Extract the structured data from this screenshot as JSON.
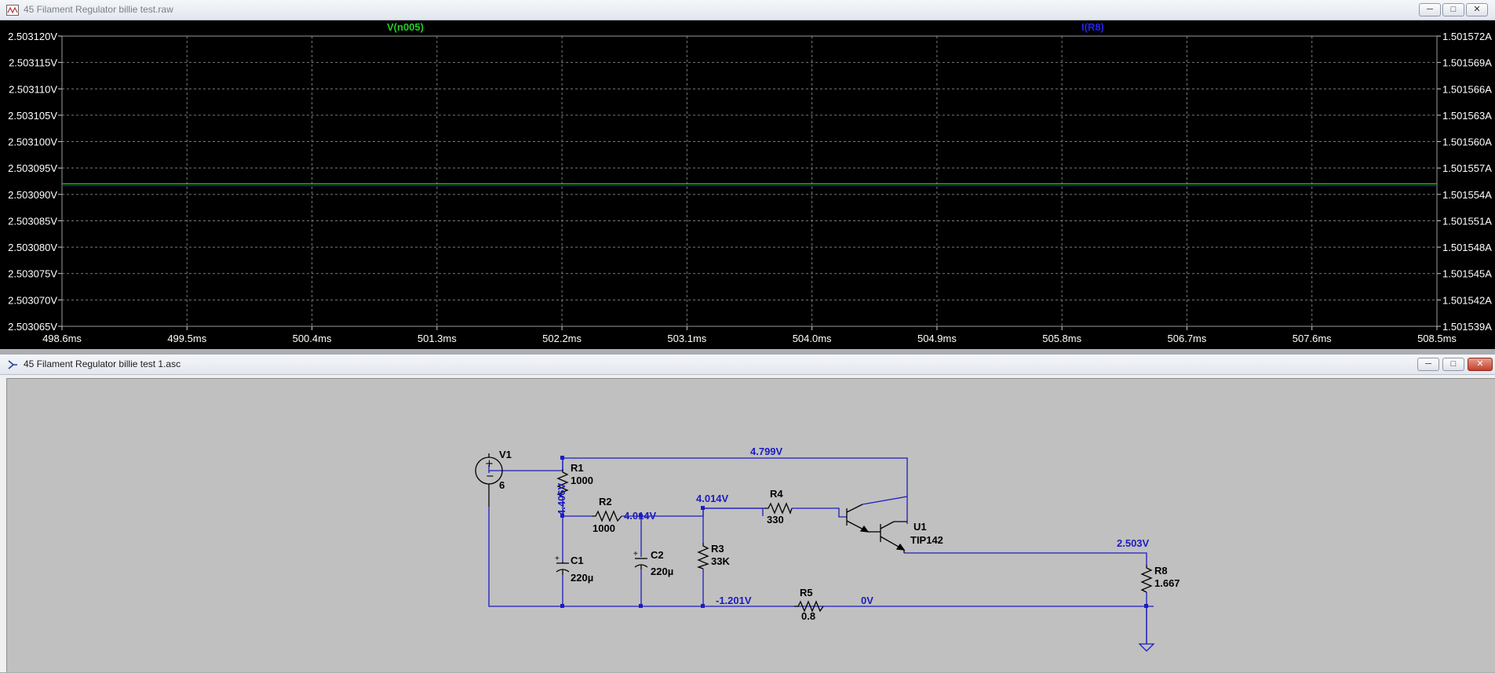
{
  "waveform_window": {
    "title": "45 Filament Regulator billie test.raw",
    "buttons": {
      "minimize": "─",
      "maximize": "□",
      "close": "✕"
    },
    "trace_left_label": "V(n005)",
    "trace_right_label": "I(R8)",
    "colors": {
      "background": "#000000",
      "grid": "#7a7a7a",
      "trace_left": "#22cc22",
      "trace_right": "#2222ee"
    },
    "left_axis_ticks": [
      "2.503120V",
      "2.503115V",
      "2.503110V",
      "2.503105V",
      "2.503100V",
      "2.503095V",
      "2.503090V",
      "2.503085V",
      "2.503080V",
      "2.503075V",
      "2.503070V",
      "2.503065V"
    ],
    "right_axis_ticks": [
      "1.501572A",
      "1.501569A",
      "1.501566A",
      "1.501563A",
      "1.501560A",
      "1.501557A",
      "1.501554A",
      "1.501551A",
      "1.501548A",
      "1.501545A",
      "1.501542A",
      "1.501539A"
    ],
    "x_axis_ticks": [
      "498.6ms",
      "499.5ms",
      "500.4ms",
      "501.3ms",
      "502.2ms",
      "503.1ms",
      "504.0ms",
      "504.9ms",
      "505.8ms",
      "506.7ms",
      "507.6ms",
      "508.5ms"
    ]
  },
  "chart_data": {
    "type": "line",
    "x_range_ms": [
      498.6,
      508.5
    ],
    "y_range_V": [
      2.503065,
      2.50312
    ],
    "y2_range_A": [
      1.501539,
      1.501572
    ],
    "series": [
      {
        "name": "V(n005)",
        "x": [
          498.6,
          508.5
        ],
        "y": [
          2.503092,
          2.503092
        ]
      },
      {
        "name": "I(R8)",
        "x": [
          498.6,
          508.5
        ],
        "y": [
          1.501555,
          1.501555
        ]
      }
    ],
    "grid": true
  },
  "schematic_window": {
    "title": "45 Filament Regulator billie test 1.asc",
    "buttons": {
      "minimize": "─",
      "maximize": "□",
      "close": "✕"
    },
    "colors": {
      "wire": "#1c1cc0",
      "component": "#000000",
      "background": "#c0c0c0"
    },
    "components": {
      "v1": {
        "name": "V1",
        "value": "6"
      },
      "r1": {
        "name": "R1",
        "value": "1000"
      },
      "r2": {
        "name": "R2",
        "value": "1000"
      },
      "r3": {
        "name": "R3",
        "value": "33K"
      },
      "r4": {
        "name": "R4",
        "value": "330"
      },
      "r5": {
        "name": "R5",
        "value": "0.8"
      },
      "r8": {
        "name": "R8",
        "value": "1.667"
      },
      "c1": {
        "name": "C1",
        "value": "220µ"
      },
      "c2": {
        "name": "C2",
        "value": "220µ"
      },
      "u1": {
        "name": "U1",
        "value": "TIP142"
      }
    },
    "node_voltages": {
      "top_rail": "4.799V",
      "r1_r2_node": "4.406V",
      "c2_node": "4.014V",
      "r4_left": "4.014V",
      "output": "2.503V",
      "gnd_return": "-1.201V",
      "ground": "0V"
    }
  }
}
